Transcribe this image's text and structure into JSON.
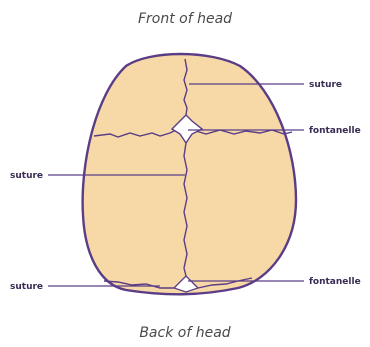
{
  "captions": {
    "top": "Front of head",
    "bottom": "Back of head"
  },
  "labels": {
    "suture_top_right": "suture",
    "fontanelle_upper": "fontanelle",
    "suture_left": "suture",
    "suture_bottom_left": "suture",
    "fontanelle_lower": "fontanelle"
  },
  "colors": {
    "skull_fill": "#f6d9a6",
    "outline": "#5a3d86",
    "leader_line": "#5a3d86"
  }
}
